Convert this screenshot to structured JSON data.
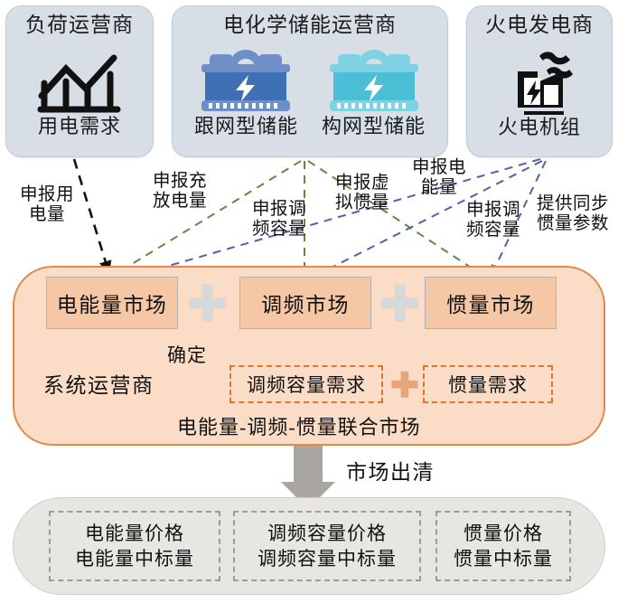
{
  "actors": [
    {
      "title": "负荷运营商",
      "icon": "load-chart-icon",
      "subs": [
        {
          "label": "用电需求",
          "icon": "load-chart-icon"
        }
      ]
    },
    {
      "title": "电化学储能运营商",
      "icon": "battery-icon",
      "subs": [
        {
          "label": "跟网型储能",
          "icon": "battery-blue-icon"
        },
        {
          "label": "构网型储能",
          "icon": "battery-cyan-icon"
        }
      ]
    },
    {
      "title": "火电发电商",
      "icon": "thermal-plant-icon",
      "subs": [
        {
          "label": "火电机组",
          "icon": "thermal-plant-icon"
        }
      ]
    }
  ],
  "edge_labels": [
    {
      "id": "bid-energy-demand",
      "text": "申报用\n电量"
    },
    {
      "id": "bid-charge-discharge",
      "text": "申报充\n放电量"
    },
    {
      "id": "bid-freq-capacity-1",
      "text": "申报调\n频容量"
    },
    {
      "id": "bid-virtual-inertia",
      "text": "申报虚\n拟惯量"
    },
    {
      "id": "bid-electric-energy",
      "text": "申报电\n能量"
    },
    {
      "id": "bid-freq-capacity-2",
      "text": "申报调\n频容量"
    },
    {
      "id": "provide-sync-inertia",
      "text": "提供同步\n惯量参数"
    }
  ],
  "joint_market": {
    "markets": [
      {
        "name": "电能量市场"
      },
      {
        "name": "调频市场"
      },
      {
        "name": "惯量市场"
      }
    ],
    "plus_big": "✚",
    "plus_mid": "✚",
    "operator": "系统运营商",
    "determine": "确定",
    "requirements": [
      {
        "name": "调频容量需求"
      },
      {
        "name": "惯量需求"
      }
    ],
    "caption": "电能量-调频-惯量联合市场"
  },
  "clearing": {
    "label": "市场出清"
  },
  "results": [
    {
      "line1": "电能量价格",
      "line2": "电能量中标量"
    },
    {
      "line1": "调频容量价格",
      "line2": "调频容量中标量"
    },
    {
      "line1": "惯量价格",
      "line2": "惯量中标量"
    }
  ],
  "colors": {
    "card_fill": "#d7dee6",
    "panel_fill": "#fbddc7",
    "panel_border": "#e08b4e",
    "market_box": "#f6c7a4",
    "dash_orange": "#e0762c",
    "result_fill": "#e8e6e3",
    "arrow_black": "#111111",
    "arrow_green": "#6f8b3e",
    "arrow_blue": "#5a62a8",
    "arrow_gray": "#a9a5a0",
    "arrow_orange": "#e0762c"
  }
}
